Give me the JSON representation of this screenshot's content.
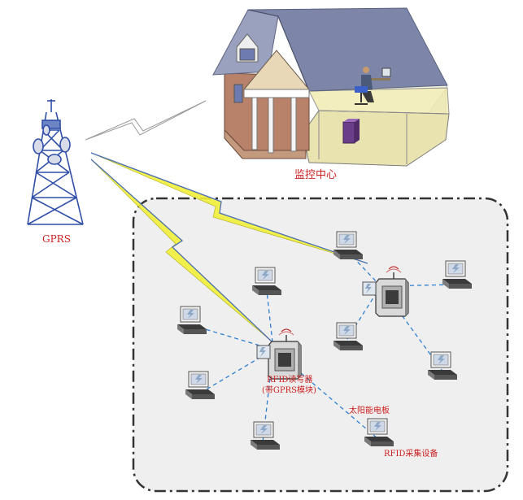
{
  "labels": {
    "gprs": "GPRS",
    "monitoring_center": "监控中心",
    "rfid_reader_line1": "RFID读写器",
    "rfid_reader_line2": "(带GPRS模块)",
    "solar_panel": "太阳能电板",
    "rfid_collector": "RFID采集设备"
  },
  "colors": {
    "label_text": "#cc1f1f",
    "dashed_link": "#2f7fd0",
    "signal_bolt": "#f2ef3a",
    "field_zone_fill": "#efefef",
    "field_zone_border": "#333333",
    "tower": "#2f4fa8",
    "roof": "#7d86a8",
    "wall": "#e9d9b6"
  }
}
